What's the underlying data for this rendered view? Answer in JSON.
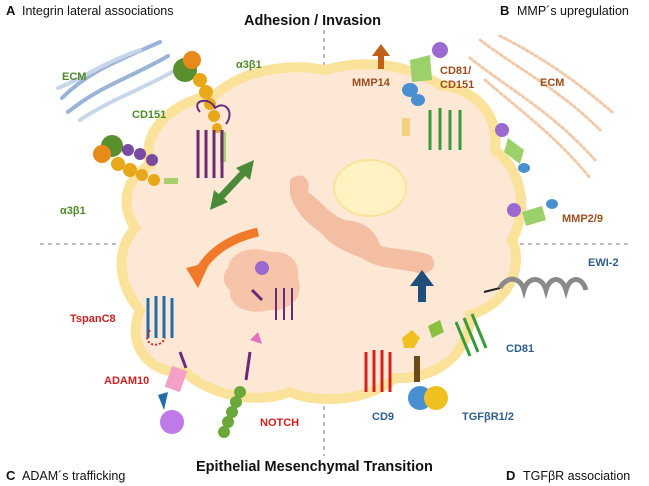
{
  "panels": {
    "a": {
      "letter": "A",
      "title": "Integrin lateral associations"
    },
    "b": {
      "letter": "B",
      "title": "MMP´s upregulation"
    },
    "c": {
      "letter": "C",
      "title": "ADAM´s trafficking"
    },
    "d": {
      "letter": "D",
      "title": "TGFβR association"
    }
  },
  "titles": {
    "top": "Adhesion / Invasion",
    "bottom": "Epithelial Mesenchymal Transition"
  },
  "labels": {
    "ecm_left": "ECM",
    "ecm_right": "ECM",
    "a3b1_top": "α3β1",
    "a3b1_left": "α3β1",
    "cd151": "CD151",
    "mmp14": "MMP14",
    "cd81_cd151_line1": "CD81/",
    "cd81_cd151_line2": "CD151",
    "mmp2_9": "MMP2/9",
    "tspanc8": "TspanC8",
    "adam10": "ADAM10",
    "notch": "NOTCH",
    "ewi2": "EWI-2",
    "cd81": "CD81",
    "cd9": "CD9",
    "tgfbr": "TGFβR1/2"
  },
  "colors": {
    "cell_membrane": "#fbe29a",
    "cytoplasm": "#fde8d6",
    "nucleus": "#f4c0a4",
    "organelle": "#f2b69a",
    "vesicle": "#fff3c4",
    "integrin_alpha": "#e8a81a",
    "integrin_beta": "#5a8f2e",
    "tetraspanin_purple": "#6a2a7a",
    "tetraspanin_green": "#3a9a3a",
    "tetraspanin_red": "#d62020",
    "tetraspanin_blue": "#1f6ea8",
    "ecm_blue": "#9ab4d8",
    "ecm_orange": "#f2c9a8",
    "arrow_orange": "#f07a2a",
    "arrow_green": "#4a8a3a",
    "arrow_blue": "#1f4e7a",
    "arrow_brown": "#c0601a",
    "notch_green": "#6aa83a",
    "notch_pink": "#e870c0"
  }
}
